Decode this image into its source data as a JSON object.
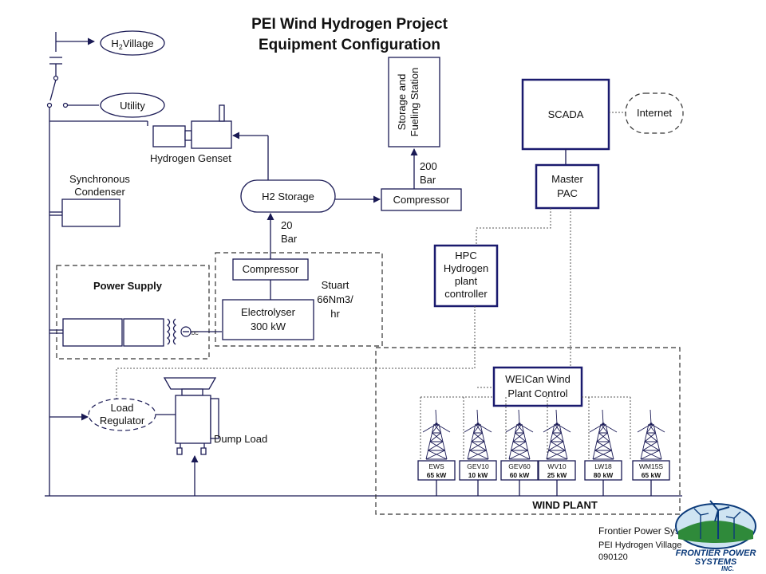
{
  "title": {
    "line1": "PEI Wind Hydrogen Project",
    "line2": "Equipment Configuration"
  },
  "nodes": {
    "h2village_main": "H",
    "h2village_sub": "2",
    "h2village_rest": "Village",
    "utility": "Utility",
    "storage_fueling": [
      "Storage and",
      "Fueling Station"
    ],
    "hydrogen_genset": "Hydrogen Genset",
    "synchronous_condenser": [
      "Synchronous",
      "Condenser"
    ],
    "h2_storage": "H2 Storage",
    "compressor_200": "Compressor",
    "pressure_200": [
      "200",
      "Bar"
    ],
    "pressure_20": [
      "20",
      "Bar"
    ],
    "compressor_20": "Compressor",
    "electrolyser": [
      "Electrolyser",
      "300 kW"
    ],
    "stuart": [
      "Stuart",
      "66Nm3/",
      "hr"
    ],
    "power_supply": "Power Supply",
    "dc_label": "DC",
    "scada": "SCADA",
    "internet": "Internet",
    "master_pac": [
      "Master",
      "PAC"
    ],
    "hpc": [
      "HPC",
      "Hydrogen",
      "plant",
      "controller"
    ],
    "weican": [
      "WEICan Wind",
      "Plant Control"
    ],
    "load_regulator": [
      "Load",
      "Regulator"
    ],
    "dump_load": "Dump Load",
    "wind_plant": "WIND PLANT"
  },
  "turbines": [
    {
      "model": "EWS",
      "power": "65 kW"
    },
    {
      "model": "GEV10",
      "power": "10 kW"
    },
    {
      "model": "GEV60",
      "power": "60 kW"
    },
    {
      "model": "WV10",
      "power": "25 kW"
    },
    {
      "model": "LW18",
      "power": "80 kW"
    },
    {
      "model": "WM15S",
      "power": "65 kW"
    }
  ],
  "footer": [
    "Frontier Power Systems",
    "PEI Hydrogen Village",
    "090120"
  ],
  "logo": {
    "line1": "FRONTIER POWER",
    "line2": "SYSTEMS",
    "line3": "INC."
  },
  "colors": {
    "line": "#1a1a55",
    "accent_box": "#1a1a6e",
    "logo_blue": "#0b3a7a",
    "logo_green": "#2f8a3a"
  }
}
